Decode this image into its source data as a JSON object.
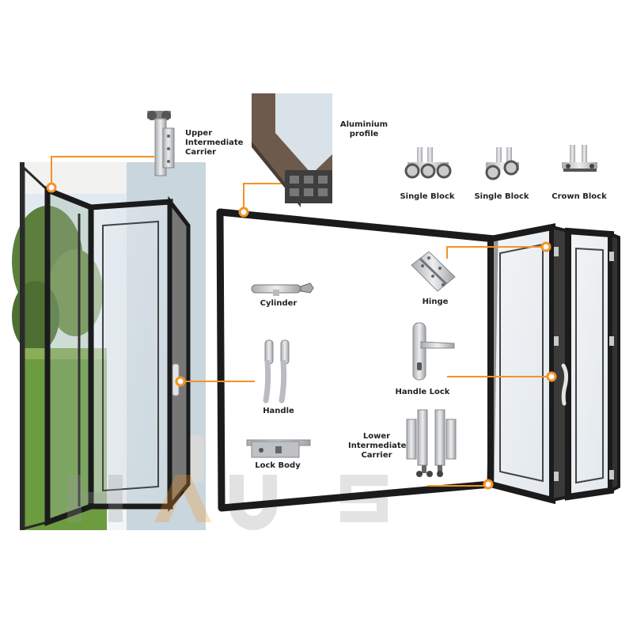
{
  "watermark": "HAUS",
  "colors": {
    "accent": "#f39325",
    "frame": "#1b1b1b",
    "glass": "#dfe6ec",
    "metal": "#c7c9cc"
  },
  "labels": {
    "upper_carrier": [
      "Upper",
      "Intermediate",
      "Carrier"
    ],
    "aluminium_profile": [
      "Aluminium",
      "profile"
    ],
    "single_block_1": "Single Block",
    "single_block_2": "Single Block",
    "crown_block": "Crown Block",
    "cylinder": "Cylinder",
    "hinge": "Hinge",
    "handle": "Handle",
    "handle_lock": "Handle Lock",
    "lock_body": "Lock Body",
    "lower_carrier": [
      "Lower",
      "Intermediate",
      "Carrier"
    ]
  }
}
